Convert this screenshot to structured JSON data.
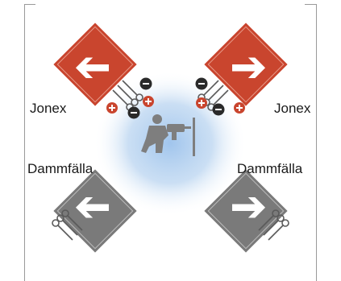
{
  "labels": {
    "top_left": "Jonex",
    "top_right": "Jonex",
    "bottom_left": "Dammfälla",
    "bottom_right": "Dammfälla"
  },
  "units": {
    "top_left": {
      "kind": "ion-generator",
      "color": "#c9452e"
    },
    "top_right": {
      "kind": "ion-generator",
      "color": "#c9452e"
    },
    "bottom_left": {
      "kind": "dust-trap",
      "color": "#7a7a7a"
    },
    "bottom_right": {
      "kind": "dust-trap",
      "color": "#7a7a7a"
    }
  },
  "center": {
    "icon": "worker-with-drill-icon",
    "glow_color": "#a9c9ea"
  },
  "ion_colors": {
    "negative": "#2a2a2a",
    "positive": "#c9452e"
  }
}
